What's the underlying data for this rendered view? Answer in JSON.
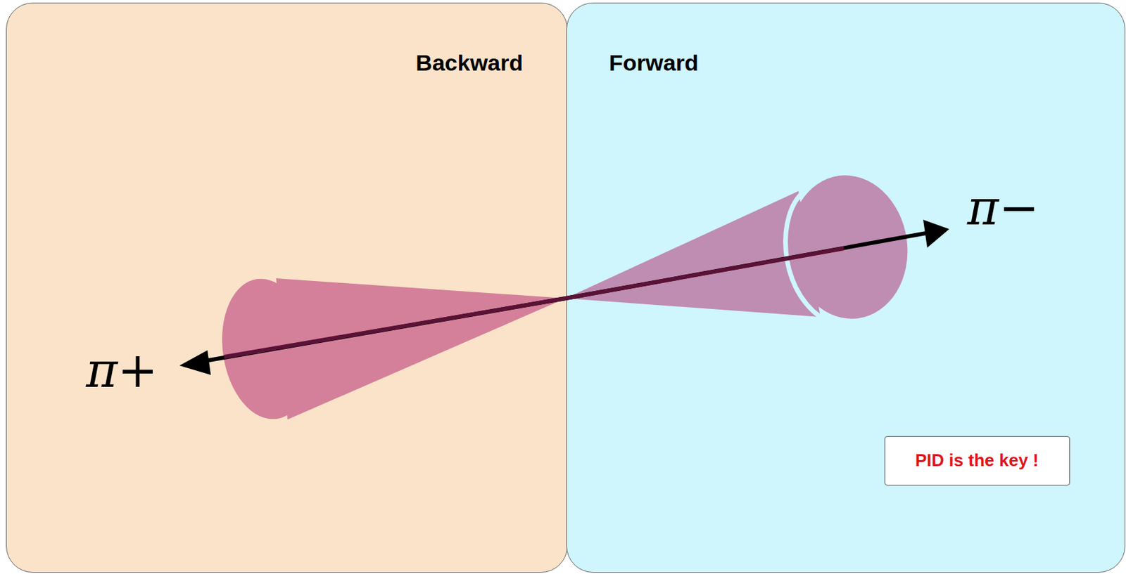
{
  "diagram": {
    "nodes": [
      {
        "text": [
          "Backward"
        ]
      },
      {
        "text": [
          "Forward"
        ]
      },
      {
        "text": [
          "PID is the key !"
        ],
        "in": 1
      }
    ],
    "edges": [],
    "labels": [
      "π+",
      "π−"
    ]
  }
}
